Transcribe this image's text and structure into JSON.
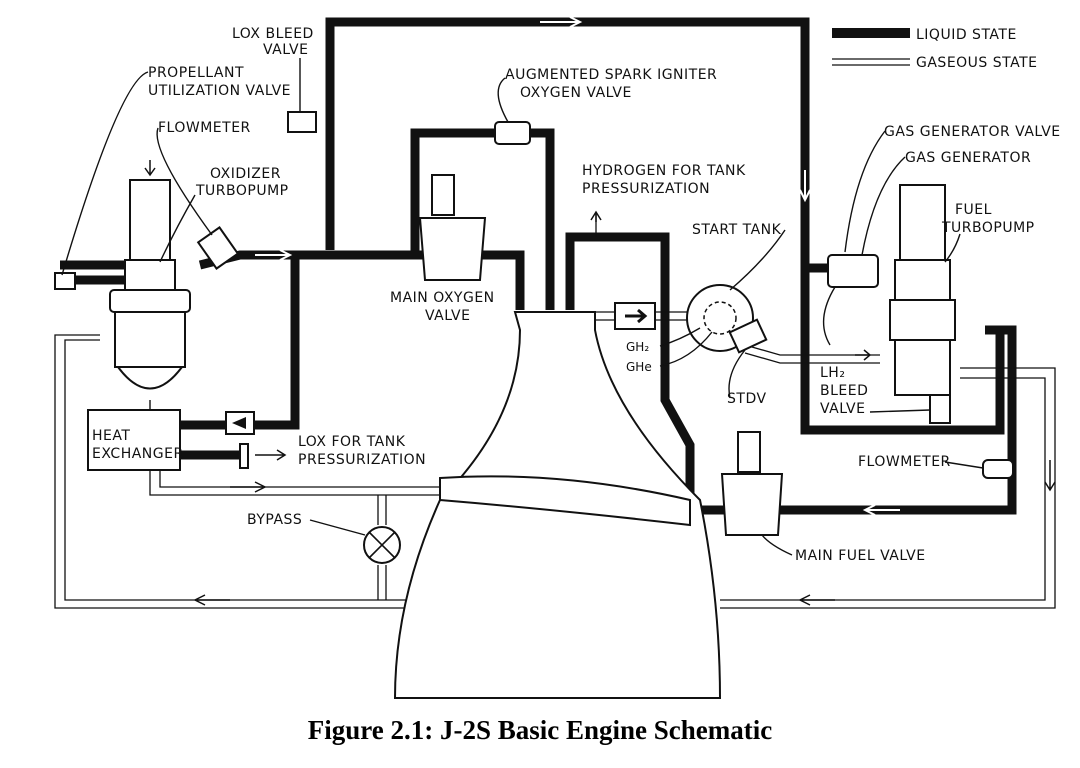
{
  "labels": {
    "lox_bleed_valve_1": "LOX BLEED",
    "lox_bleed_valve_2": "VALVE",
    "propellant_util_1": "PROPELLANT",
    "propellant_util_2": "UTILIZATION VALVE",
    "flowmeter_left": "FLOWMETER",
    "oxidizer_turbopump_1": "OXIDIZER",
    "oxidizer_turbopump_2": "TURBOPUMP",
    "asi_oxygen_valve_1": "AUGMENTED SPARK IGNITER",
    "asi_oxygen_valve_2": "OXYGEN VALVE",
    "hydrogen_tank_press_1": "HYDROGEN FOR TANK",
    "hydrogen_tank_press_2": "PRESSURIZATION",
    "start_tank": "START TANK",
    "main_oxygen_valve_1": "MAIN OXYGEN",
    "main_oxygen_valve_2": "VALVE",
    "gh2": "GH₂",
    "ghe": "GHe",
    "stdv": "STDV",
    "heat_exchanger_1": "HEAT",
    "heat_exchanger_2": "EXCHANGER",
    "lox_tank_press_1": "LOX FOR TANK",
    "lox_tank_press_2": "PRESSURIZATION",
    "bypass": "BYPASS",
    "main_fuel_valve": "MAIN FUEL VALVE",
    "flowmeter_right": "FLOWMETER",
    "lh2_bleed_valve_1": "LH₂",
    "lh2_bleed_valve_2": "BLEED",
    "lh2_bleed_valve_3": "VALVE",
    "gas_generator_valve": "GAS GENERATOR VALVE",
    "gas_generator": "GAS GENERATOR",
    "fuel_turbopump_1": "FUEL",
    "fuel_turbopump_2": "TURBOPUMP"
  },
  "legend": {
    "liquid": "LIQUID STATE",
    "gaseous": "GASEOUS STATE"
  },
  "caption": "Figure 2.1: J-2S Basic Engine Schematic"
}
